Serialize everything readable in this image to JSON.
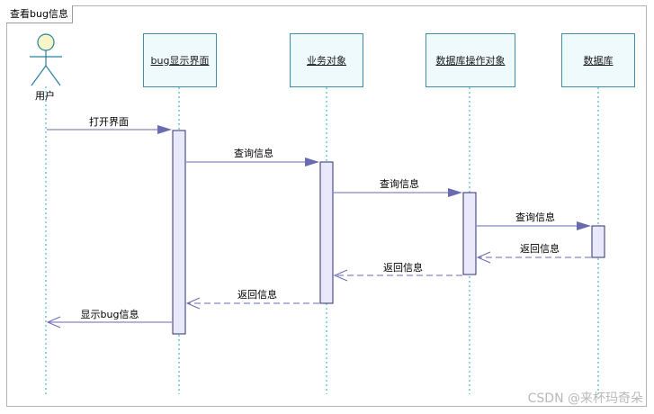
{
  "frame": {
    "title": "查看bug信息"
  },
  "actor": {
    "label": "用户"
  },
  "lifelines": [
    {
      "label": "bug显示界面"
    },
    {
      "label": "业务对象"
    },
    {
      "label": "数据库操作对象"
    },
    {
      "label": "数据库"
    }
  ],
  "messages": [
    {
      "label": "打开界面",
      "type": "sync"
    },
    {
      "label": "查询信息",
      "type": "sync"
    },
    {
      "label": "查询信息",
      "type": "sync"
    },
    {
      "label": "查询信息",
      "type": "sync"
    },
    {
      "label": "返回信息",
      "type": "return"
    },
    {
      "label": "返回信息",
      "type": "return"
    },
    {
      "label": "返回信息",
      "type": "return"
    },
    {
      "label": "显示bug信息",
      "type": "return"
    }
  ],
  "colors": {
    "lifeline_border": "#3e8fa3",
    "lifeline_fill": "#eefafb",
    "dashed_line": "#2aa7c4",
    "arrow": "#6a6ab0",
    "activation_fill": "#e9e9fb",
    "activation_border": "#2e2e6e",
    "actor_head": "#f5f5c8"
  },
  "watermark": "CSDN @来杯玛奇朵"
}
